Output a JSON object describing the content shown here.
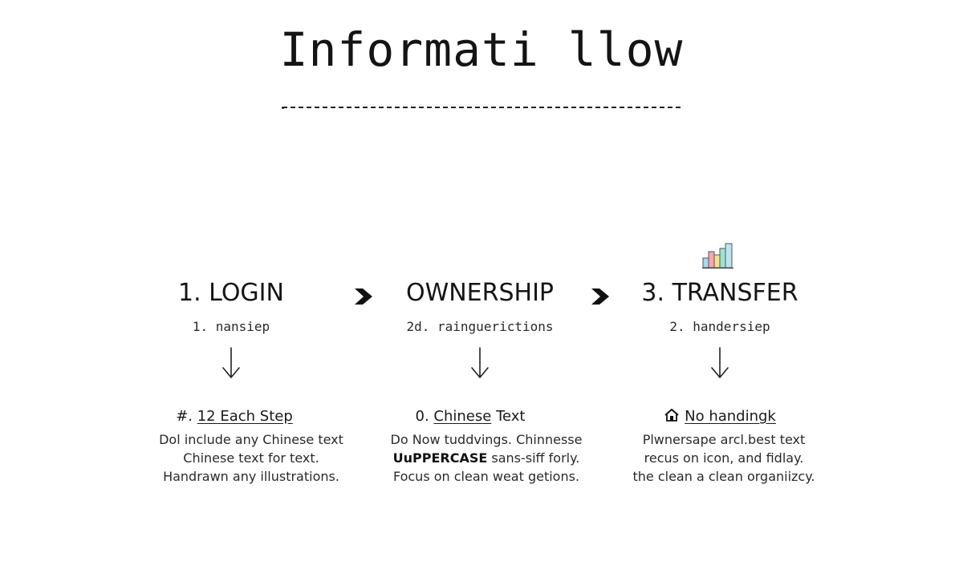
{
  "title": "Informati llow",
  "steps": [
    {
      "title": "1. LOGIN",
      "subtitle": "1. nansiep",
      "note_prefix": "#. ",
      "note_heading": "12 Each Step",
      "note_lines": [
        "Dol include any Chinese text",
        "Chinese text for text.",
        "Handrawn any illustrations."
      ]
    },
    {
      "title": "OWNERSHIP",
      "subtitle": "2d. rainguerictions",
      "note_prefix": "0. ",
      "note_heading": "Chinese",
      "note_heading_suffix": " Text",
      "note_lines": [
        "Do Now tuddvings. Chinnesse"
      ],
      "note_bold": "UuPPERCASE",
      "note_bold_rest": " sans-siff forly.",
      "note_line3": "Focus on clean weat getions."
    },
    {
      "title": "3. TRANSFER",
      "subtitle": "2. handersiep",
      "note_heading": "No handingk",
      "note_lines": [
        "Plwnersape arcl.best text",
        "recus on icon, and fidlay.",
        "the clean a clean organiizcy."
      ]
    }
  ],
  "icons": {
    "connector": "chevron-right-icon",
    "down": "down-arrow-icon",
    "chart": "bar-chart-icon",
    "home": "home-icon"
  },
  "colors": {
    "chart_bars": [
      "#a8d8f0",
      "#f4a7b9",
      "#f8e08e",
      "#9fe3cf",
      "#b8e6f2"
    ]
  }
}
